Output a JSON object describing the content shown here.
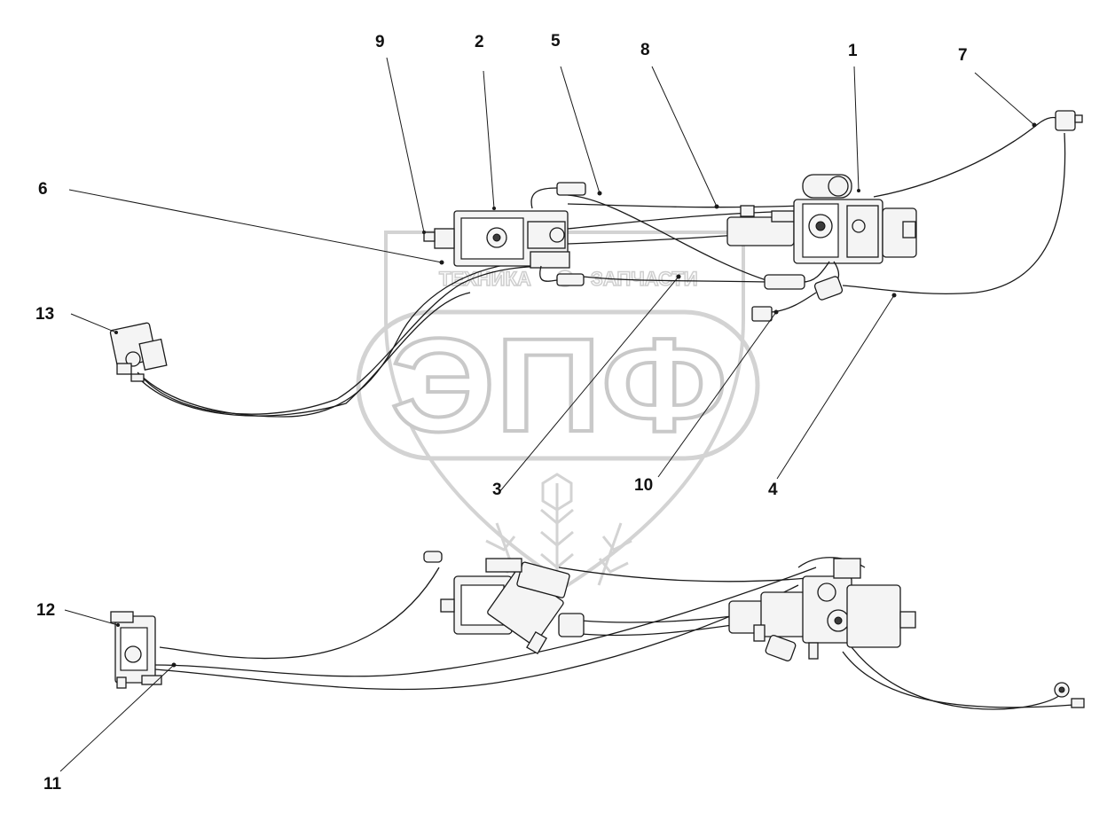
{
  "watermark": {
    "top_left": "ТЕХНИКА",
    "top_right": "ЗАПЧАСТИ",
    "logo": "ЭПФ"
  },
  "callouts": [
    {
      "id": "c1",
      "label": "1"
    },
    {
      "id": "c2",
      "label": "2"
    },
    {
      "id": "c3",
      "label": "3"
    },
    {
      "id": "c4",
      "label": "4"
    },
    {
      "id": "c5",
      "label": "5"
    },
    {
      "id": "c6",
      "label": "6"
    },
    {
      "id": "c7",
      "label": "7"
    },
    {
      "id": "c8",
      "label": "8"
    },
    {
      "id": "c9",
      "label": "9"
    },
    {
      "id": "c10",
      "label": "10"
    },
    {
      "id": "c11",
      "label": "11"
    },
    {
      "id": "c12",
      "label": "12"
    },
    {
      "id": "c13",
      "label": "13"
    }
  ],
  "colors": {
    "line": "#1a1a1a",
    "watermark": "#c4c4c4",
    "background": "#ffffff"
  }
}
